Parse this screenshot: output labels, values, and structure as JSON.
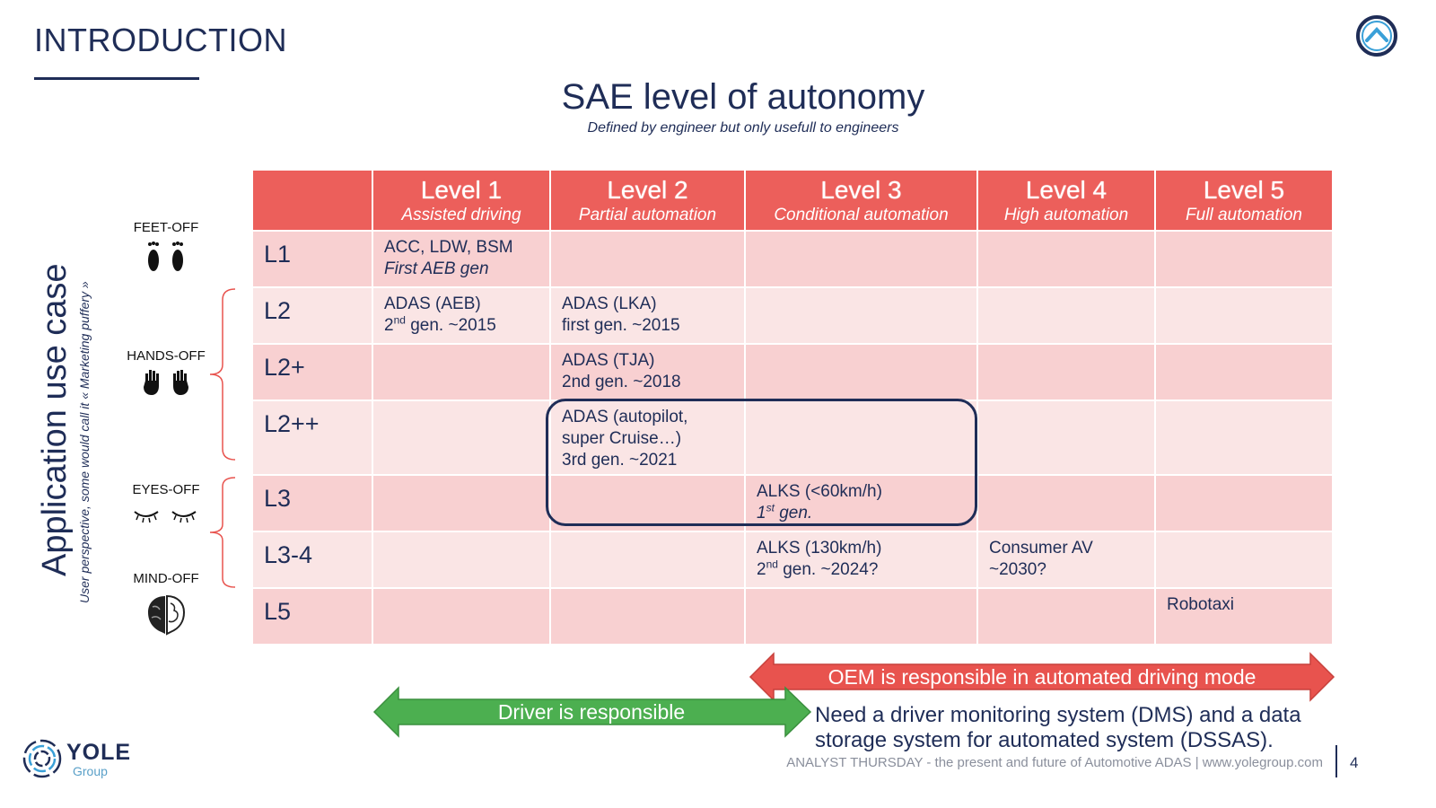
{
  "slide": {
    "section_title": "INTRODUCTION",
    "title": "SAE level of autonomy",
    "subtitle": "Defined by engineer but only usefull to engineers"
  },
  "side": {
    "title": "Application use case",
    "note": "User perspective, some would call it « Marketing puffery »"
  },
  "modes": [
    {
      "label": "FEET-OFF",
      "icon": "feet-icon"
    },
    {
      "label": "HANDS-OFF",
      "icon": "hands-icon"
    },
    {
      "label": "EYES-OFF",
      "icon": "closed-eyes-icon"
    },
    {
      "label": "MIND-OFF",
      "icon": "brain-icon"
    }
  ],
  "table": {
    "headers": [
      {
        "level": "Level 1",
        "desc": "Assisted driving"
      },
      {
        "level": "Level 2",
        "desc": "Partial automation"
      },
      {
        "level": "Level 3",
        "desc": "Conditional automation"
      },
      {
        "level": "Level 4",
        "desc": "High automation"
      },
      {
        "level": "Level 5",
        "desc": "Full automation"
      }
    ],
    "rows": {
      "l1": {
        "label": "L1",
        "level1_line1": "ACC, LDW, BSM",
        "level1_line2": "First AEB gen"
      },
      "l2": {
        "label": "L2",
        "level1_line1": "ADAS (AEB)",
        "level1_ord": "2",
        "level1_sup": "nd",
        "level1_rest": " gen. ~2015",
        "level2_line1": "ADAS (LKA)",
        "level2_line2": "first gen. ~2015"
      },
      "l2p": {
        "label": "L2+",
        "level2_line1": "ADAS (TJA)",
        "level2_line2": "2nd gen. ~2018"
      },
      "l2pp": {
        "label": "L2++",
        "level2_line1": "ADAS (autopilot,",
        "level2_line2": "super Cruise…)",
        "level2_line3": "3rd gen. ~2021"
      },
      "l3": {
        "label": "L3",
        "level3_line1": "ALKS (<60km/h)",
        "level3_ord": "1",
        "level3_sup": "st",
        "level3_rest": " gen."
      },
      "l34": {
        "label": "L3-4",
        "level3_line1": "ALKS (130km/h)",
        "level3_ord": "2",
        "level3_sup": "nd",
        "level3_rest": " gen. ~2024?",
        "level4_line1": "Consumer AV",
        "level4_line2": "~2030?"
      },
      "l5": {
        "label": "L5",
        "level5_line1": "Robotaxi"
      }
    }
  },
  "arrows": {
    "oem": "OEM is responsible in automated driving mode",
    "driver": "Driver is responsible",
    "oem_color": "#e8534e",
    "driver_color": "#4caf50"
  },
  "note": {
    "line1": "Need a driver monitoring system (DMS) and a data",
    "line2": "storage system for automated system (DSSAS)."
  },
  "footer": {
    "brand": "YOLE",
    "brand_sub": "Group",
    "text": "ANALYST THURSDAY - the present and future of Automotive ADAS |  www.yolegroup.com",
    "page": "4"
  },
  "colors": {
    "navy": "#1f2d57",
    "header_red": "#ec5f5b",
    "row_dark": "#f8d0d1",
    "row_light": "#fae5e5"
  }
}
